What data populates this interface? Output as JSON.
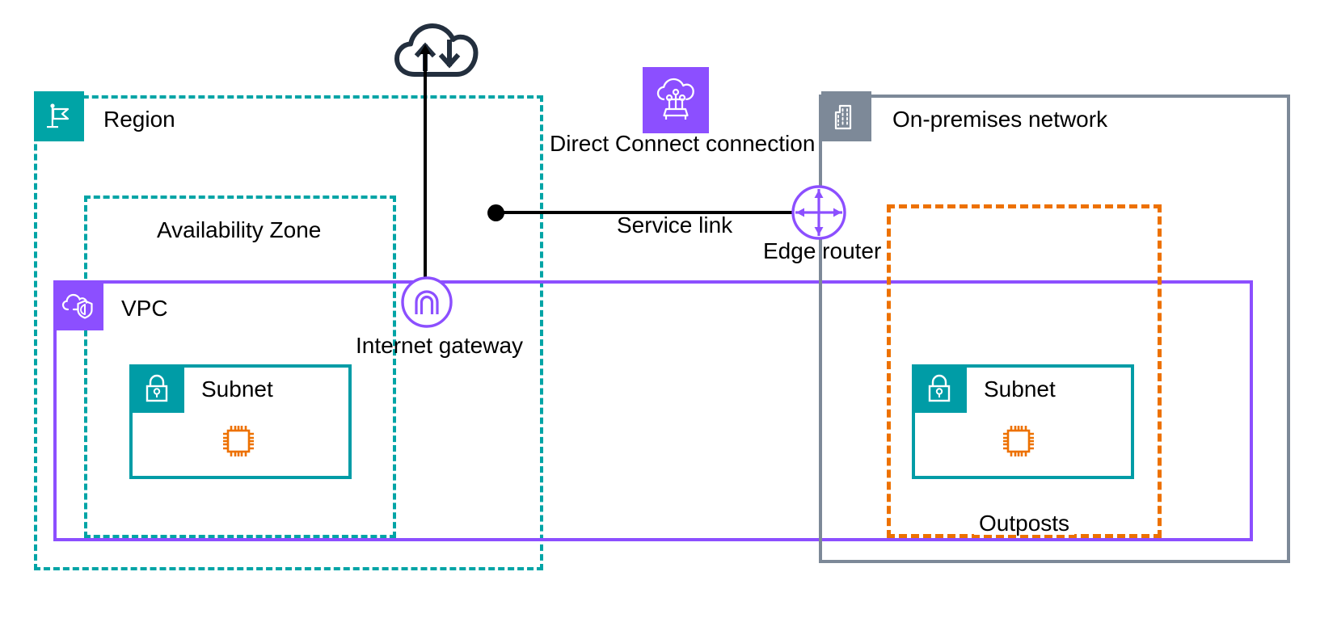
{
  "diagram": {
    "title": "AWS Outposts connectivity architecture",
    "colors": {
      "region_teal": "#00A4A6",
      "subnet_teal": "#009CA6",
      "vpc_purple": "#8C4FFF",
      "outposts_orange": "#ED7100",
      "onprem_gray": "#7D8998",
      "internet_navy": "#232F3E",
      "line_black": "#000000",
      "text_black": "#000000"
    },
    "containers": [
      {
        "id": "region",
        "label": "Region",
        "style": "dashed",
        "color": "#00A4A6",
        "icon": "flag-icon",
        "icon_bg": "#00A4A6"
      },
      {
        "id": "availability-zone",
        "label": "Availability Zone",
        "style": "dashed",
        "color": "#00A4A6",
        "icon": null,
        "icon_bg": null
      },
      {
        "id": "vpc",
        "label": "VPC",
        "style": "solid",
        "color": "#8C4FFF",
        "icon": "vpc-cloud-shield-icon",
        "icon_bg": "#8C4FFF"
      },
      {
        "id": "subnet-left",
        "label": "Subnet",
        "style": "solid",
        "color": "#009CA6",
        "icon": "lock-icon",
        "icon_bg": "#009CA6"
      },
      {
        "id": "subnet-right",
        "label": "Subnet",
        "style": "solid",
        "color": "#009CA6",
        "icon": "lock-icon",
        "icon_bg": "#009CA6"
      },
      {
        "id": "on-premises",
        "label": "On-premises network",
        "style": "solid",
        "color": "#7D8998",
        "icon": "building-icon",
        "icon_bg": "#7D8998"
      },
      {
        "id": "outposts",
        "label": "Outposts",
        "style": "dashed",
        "color": "#ED7100",
        "icon": null,
        "icon_bg": null
      }
    ],
    "nodes": [
      {
        "id": "internet",
        "label": "",
        "icon": "internet-cloud-icon",
        "color": "#232F3E"
      },
      {
        "id": "internet-gateway",
        "label": "Internet gateway",
        "icon": "internet-gateway-icon",
        "color": "#8C4FFF"
      },
      {
        "id": "direct-connect",
        "label": "Direct Connect connection",
        "icon": "direct-connect-icon",
        "color": "#8C4FFF"
      },
      {
        "id": "edge-router",
        "label": "Edge router",
        "icon": "edge-router-icon",
        "color": "#8C4FFF"
      },
      {
        "id": "ec2-left",
        "label": "",
        "icon": "ec2-instance-icon",
        "color": "#ED7100"
      },
      {
        "id": "ec2-right",
        "label": "",
        "icon": "ec2-instance-icon",
        "color": "#ED7100"
      }
    ],
    "connections": [
      {
        "id": "service-link",
        "label": "Service link",
        "from": "direct-connect",
        "to": "edge-router",
        "color": "#000000",
        "endpoint": "dot"
      },
      {
        "id": "igw-internet",
        "label": "",
        "from": "internet-gateway",
        "to": "internet",
        "color": "#000000",
        "endpoint": "arrow"
      }
    ],
    "labels": {
      "region": "Region",
      "availability_zone": "Availability Zone",
      "vpc": "VPC",
      "subnet_left": "Subnet",
      "subnet_right": "Subnet",
      "on_premises_network": "On-premises network",
      "outposts": "Outposts",
      "internet_gateway": "Internet gateway",
      "direct_connect_connection": "Direct Connect connection",
      "edge_router": "Edge router",
      "service_link": "Service link"
    }
  }
}
